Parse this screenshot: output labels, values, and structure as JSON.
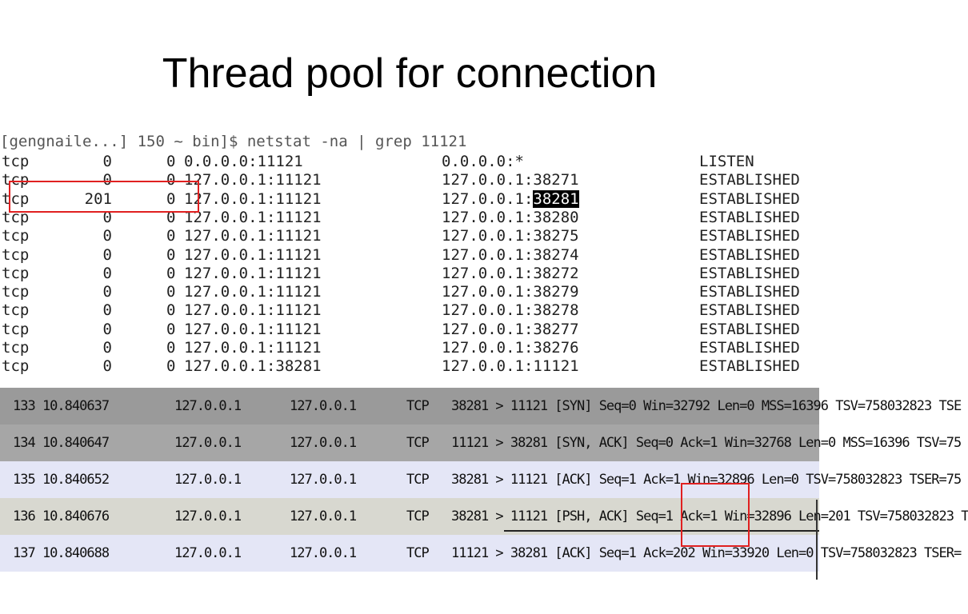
{
  "title": "Thread pool for connection",
  "netstat": {
    "command": "[gengnaile...] 150 ~ bin]$ netstat -na | grep 11121",
    "rows": [
      {
        "proto": "tcp",
        "recvq": "0",
        "sendq": "0",
        "local": "0.0.0.0:11121",
        "foreign": "0.0.0.0:*",
        "state": "LISTEN"
      },
      {
        "proto": "tcp",
        "recvq": "0",
        "sendq": "0",
        "local": "127.0.0.1:11121",
        "foreign": "127.0.0.1:38271",
        "state": "ESTABLISHED"
      },
      {
        "proto": "tcp",
        "recvq": "201",
        "sendq": "0",
        "local": "127.0.0.1:11121",
        "foreign_prefix": "127.0.0.1:",
        "foreign_highlight": "38281",
        "state": "ESTABLISHED"
      },
      {
        "proto": "tcp",
        "recvq": "0",
        "sendq": "0",
        "local": "127.0.0.1:11121",
        "foreign": "127.0.0.1:38280",
        "state": "ESTABLISHED"
      },
      {
        "proto": "tcp",
        "recvq": "0",
        "sendq": "0",
        "local": "127.0.0.1:11121",
        "foreign": "127.0.0.1:38275",
        "state": "ESTABLISHED"
      },
      {
        "proto": "tcp",
        "recvq": "0",
        "sendq": "0",
        "local": "127.0.0.1:11121",
        "foreign": "127.0.0.1:38274",
        "state": "ESTABLISHED"
      },
      {
        "proto": "tcp",
        "recvq": "0",
        "sendq": "0",
        "local": "127.0.0.1:11121",
        "foreign": "127.0.0.1:38272",
        "state": "ESTABLISHED"
      },
      {
        "proto": "tcp",
        "recvq": "0",
        "sendq": "0",
        "local": "127.0.0.1:11121",
        "foreign": "127.0.0.1:38279",
        "state": "ESTABLISHED"
      },
      {
        "proto": "tcp",
        "recvq": "0",
        "sendq": "0",
        "local": "127.0.0.1:11121",
        "foreign": "127.0.0.1:38278",
        "state": "ESTABLISHED"
      },
      {
        "proto": "tcp",
        "recvq": "0",
        "sendq": "0",
        "local": "127.0.0.1:11121",
        "foreign": "127.0.0.1:38277",
        "state": "ESTABLISHED"
      },
      {
        "proto": "tcp",
        "recvq": "0",
        "sendq": "0",
        "local": "127.0.0.1:11121",
        "foreign": "127.0.0.1:38276",
        "state": "ESTABLISHED"
      },
      {
        "proto": "tcp",
        "recvq": "0",
        "sendq": "0",
        "local": "127.0.0.1:38281",
        "foreign": "127.0.0.1:11121",
        "state": "ESTABLISHED"
      }
    ]
  },
  "packets": [
    {
      "no": "133 10.840637",
      "src": "127.0.0.1",
      "dst": "127.0.0.1",
      "proto": "TCP",
      "info": "38281 > 11121 [SYN] Seq=0 Win=32792 Len=0 MSS=16396 TSV=758032823 TSE",
      "bg": "#9a9a9a"
    },
    {
      "no": "134 10.840647",
      "src": "127.0.0.1",
      "dst": "127.0.0.1",
      "proto": "TCP",
      "info": "11121 > 38281 [SYN, ACK] Seq=0 Ack=1 Win=32768 Len=0 MSS=16396 TSV=75",
      "bg": "#a6a6a6"
    },
    {
      "no": "135 10.840652",
      "src": "127.0.0.1",
      "dst": "127.0.0.1",
      "proto": "TCP",
      "info": "38281 > 11121 [ACK] Seq=1 Ack=1 Win=32896 Len=0 TSV=758032823 TSER=75",
      "bg": "#e4e6f6"
    },
    {
      "no": "136 10.840676",
      "src": "127.0.0.1",
      "dst": "127.0.0.1",
      "proto": "TCP",
      "info": "38281 > 11121 [PSH, ACK] Seq=1 Ack=1 Win=32896 Len=201 TSV=758032823 T",
      "bg": "#d8d8d0"
    },
    {
      "no": "137 10.840688",
      "src": "127.0.0.1",
      "dst": "127.0.0.1",
      "proto": "TCP",
      "info": "11121 > 38281 [ACK] Seq=1 Ack=202 Win=33920 Len=0 TSV=758032823 TSER=",
      "bg": "#e4e6f6"
    }
  ]
}
